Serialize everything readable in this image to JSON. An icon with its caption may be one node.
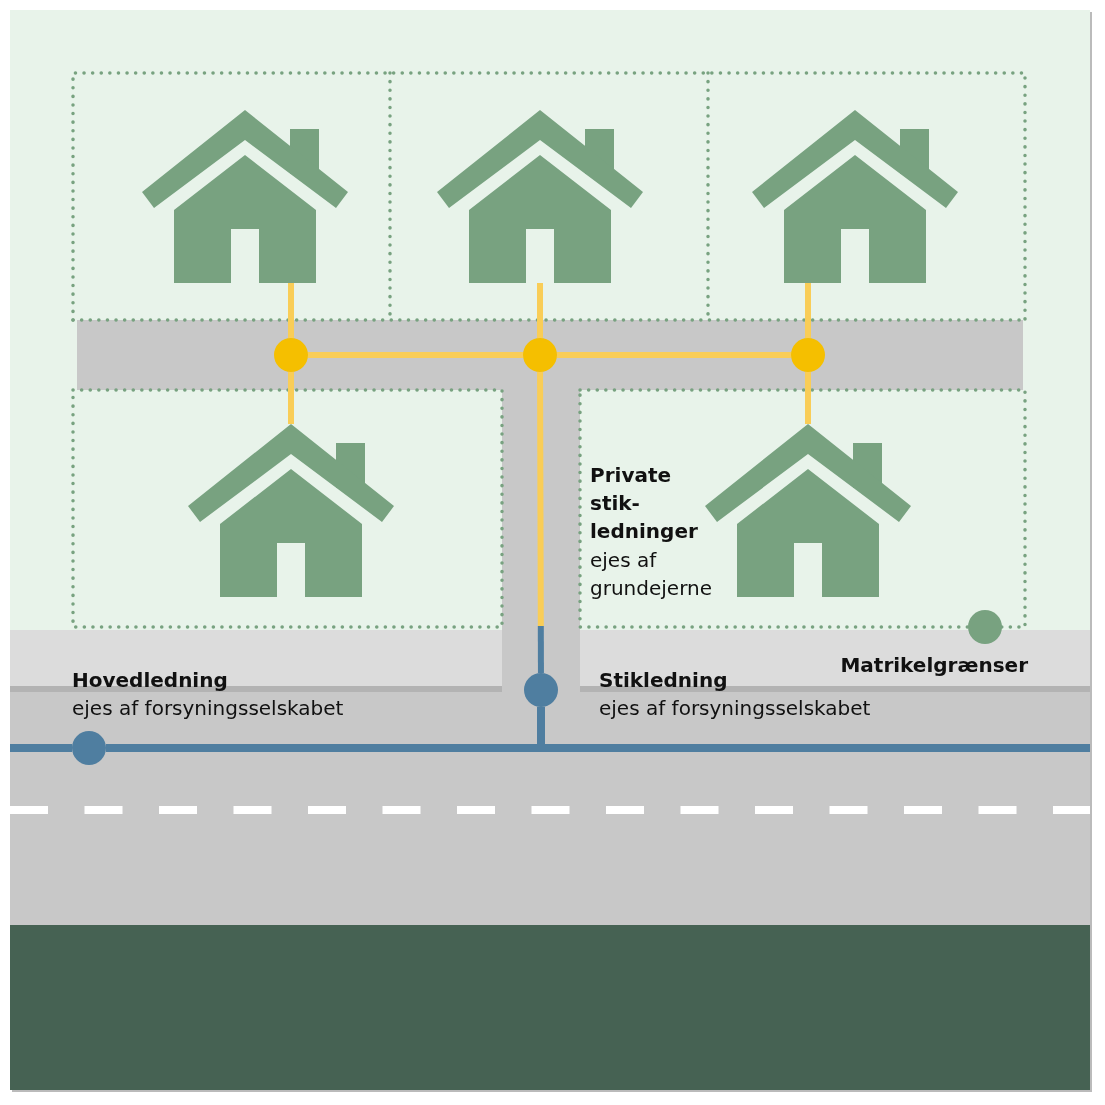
{
  "diagram": {
    "nodes": [
      {
        "text": [],
        "shape": "house"
      },
      {
        "text": [],
        "shape": "house"
      },
      {
        "text": [],
        "shape": "house"
      },
      {
        "text": [],
        "shape": "circle"
      },
      {
        "text": [],
        "shape": "circle"
      },
      {
        "text": [],
        "shape": "circle"
      },
      {
        "text": [],
        "shape": "house"
      },
      {
        "text": [],
        "shape": "house"
      },
      {
        "text": [],
        "shape": "circle"
      },
      {
        "text": [],
        "shape": "circle"
      }
    ],
    "edges": [
      {
        "from": 0,
        "to": 3,
        "arrow": "none"
      },
      {
        "from": 1,
        "to": 4,
        "arrow": "none"
      },
      {
        "from": 2,
        "to": 5,
        "arrow": "none"
      },
      {
        "from": 3,
        "to": 4,
        "arrow": "none"
      },
      {
        "from": 4,
        "to": 5,
        "arrow": "none"
      },
      {
        "from": 3,
        "to": 6,
        "arrow": "none"
      },
      {
        "from": 5,
        "to": 7,
        "arrow": "none"
      },
      {
        "from": 4,
        "to": 8,
        "arrow": "none"
      },
      {
        "from": 8,
        "to": 9,
        "arrow": "none",
        "color": "#4f7ea0"
      },
      {
        "from": 8,
        "to": null,
        "arrow": "none",
        "color": "#4f7ea0"
      },
      {
        "from": null,
        "to": 9,
        "arrow": "none",
        "color": "#4f7ea0"
      }
    ],
    "labels": [
      "Private stik-ledninger",
      "ejes af grundejerne",
      "Hovedledning",
      "ejes af forsyningsselskabet",
      "Stikledning",
      "ejes af forsyningsselskabet"
    ],
    "legend": [
      {
        "text": "Matrikelgrænser",
        "color": "#78a280"
      }
    ]
  }
}
